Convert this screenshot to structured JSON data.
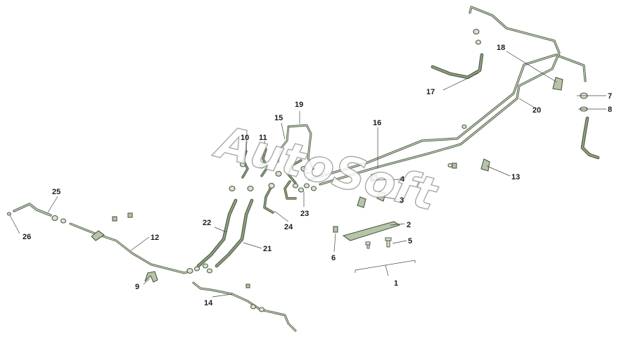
{
  "watermark": "AutoSoft",
  "colors": {
    "pipe_outline": "#4a5a45",
    "pipe_fill": "#c9d6bd",
    "hose_fill": "#8ea07f",
    "nut_fill": "#d9e2d0",
    "bracket_fill": "#b7c4a8",
    "text": "#1a1a1a",
    "watermark_stroke": "#9a9a9a",
    "accent_blue": "#3a6fd8"
  },
  "callouts": [
    {
      "id": "1",
      "label": "1"
    },
    {
      "id": "2",
      "label": "2"
    },
    {
      "id": "3",
      "label": "3"
    },
    {
      "id": "4",
      "label": "4"
    },
    {
      "id": "5",
      "label": "5"
    },
    {
      "id": "6",
      "label": "6"
    },
    {
      "id": "7",
      "label": "7"
    },
    {
      "id": "8",
      "label": "8"
    },
    {
      "id": "9",
      "label": "9"
    },
    {
      "id": "10",
      "label": "10"
    },
    {
      "id": "11",
      "label": "11"
    },
    {
      "id": "12",
      "label": "12"
    },
    {
      "id": "13",
      "label": "13"
    },
    {
      "id": "14",
      "label": "14"
    },
    {
      "id": "15",
      "label": "15"
    },
    {
      "id": "16",
      "label": "16"
    },
    {
      "id": "17",
      "label": "17"
    },
    {
      "id": "18",
      "label": "18"
    },
    {
      "id": "19",
      "label": "19"
    },
    {
      "id": "20",
      "label": "20"
    },
    {
      "id": "21",
      "label": "21"
    },
    {
      "id": "22",
      "label": "22"
    },
    {
      "id": "23",
      "label": "23"
    },
    {
      "id": "24",
      "label": "24"
    },
    {
      "id": "25",
      "label": "25"
    },
    {
      "id": "26",
      "label": "26"
    }
  ]
}
